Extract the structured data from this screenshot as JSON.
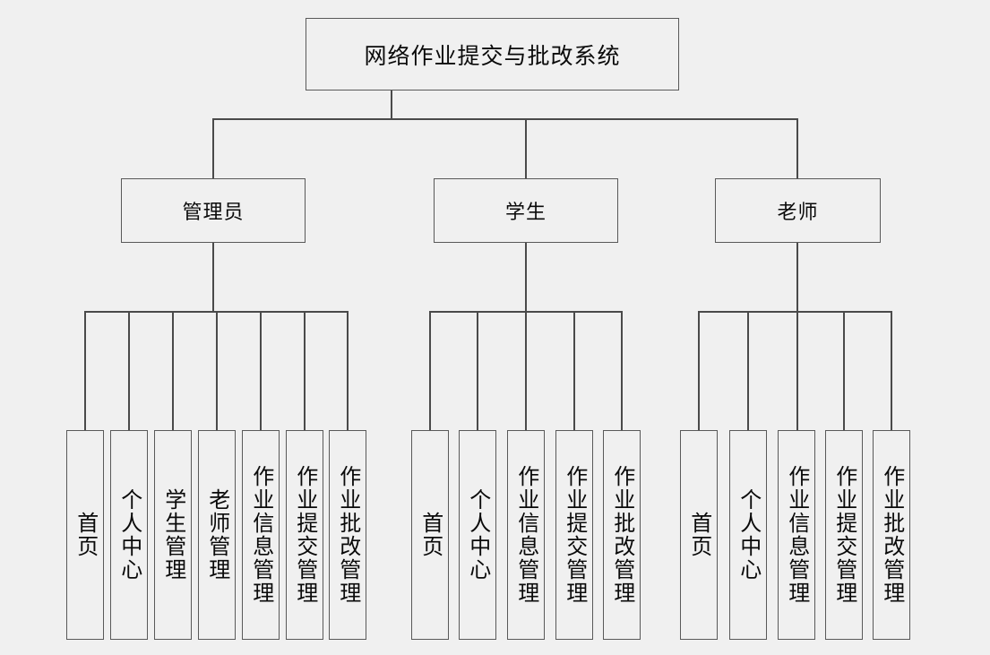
{
  "diagram": {
    "type": "tree",
    "title": "网络作业提交与批改系统",
    "background_color": "#f0f0f0",
    "box_border_color": "#595959",
    "edge_color": "#4a4a4a",
    "text_color": "#0a0a0a",
    "root": {
      "label": "网络作业提交与批改系统"
    },
    "roles": [
      {
        "label": "管理员"
      },
      {
        "label": "学生"
      },
      {
        "label": "老师"
      }
    ],
    "admin_leaves": [
      {
        "label": "首页"
      },
      {
        "label": "个人中心"
      },
      {
        "label": "学生管理"
      },
      {
        "label": "老师管理"
      },
      {
        "label": "作业信息管理"
      },
      {
        "label": "作业提交管理"
      },
      {
        "label": "作业批改管理"
      }
    ],
    "student_leaves": [
      {
        "label": "首页"
      },
      {
        "label": "个人中心"
      },
      {
        "label": "作业信息管理"
      },
      {
        "label": "作业提交管理"
      },
      {
        "label": "作业批改管理"
      }
    ],
    "teacher_leaves": [
      {
        "label": "首页"
      },
      {
        "label": "个人中心"
      },
      {
        "label": "作业信息管理"
      },
      {
        "label": "作业提交管理"
      },
      {
        "label": "作业批改管理"
      }
    ]
  }
}
